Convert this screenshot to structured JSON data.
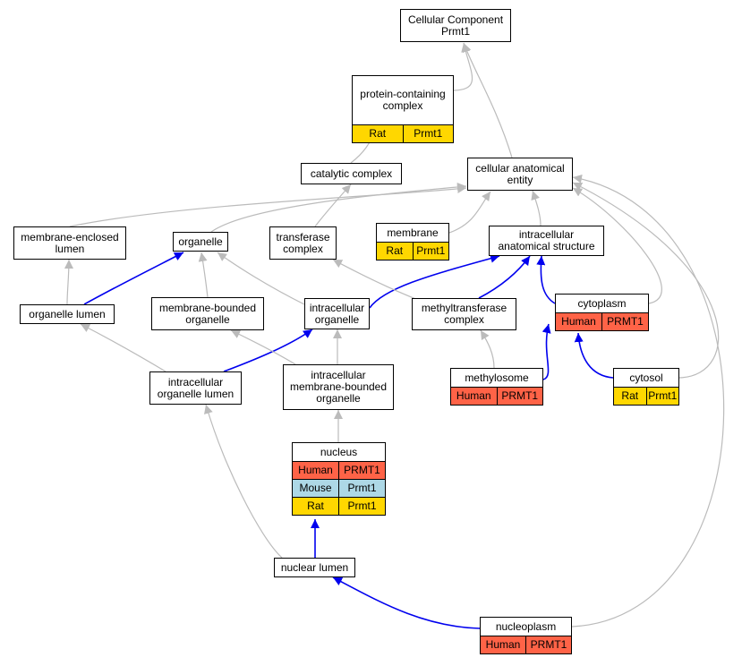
{
  "nodes": {
    "root": {
      "label": "Cellular Component\nPrmt1",
      "annotations": []
    },
    "protein_containing_complex": {
      "label": "protein-containing\ncomplex",
      "annotations": [
        {
          "species": "Rat",
          "gene": "Prmt1"
        }
      ]
    },
    "catalytic_complex": {
      "label": "catalytic complex",
      "annotations": []
    },
    "cellular_anatomical_entity": {
      "label": "cellular anatomical\nentity",
      "annotations": []
    },
    "membrane_enclosed_lumen": {
      "label": "membrane-enclosed\nlumen",
      "annotations": []
    },
    "organelle": {
      "label": "organelle",
      "annotations": []
    },
    "transferase_complex": {
      "label": "transferase\ncomplex",
      "annotations": []
    },
    "membrane": {
      "label": "membrane",
      "annotations": [
        {
          "species": "Rat",
          "gene": "Prmt1"
        }
      ]
    },
    "intracellular_anatomical_structure": {
      "label": "intracellular\nanatomical structure",
      "annotations": []
    },
    "organelle_lumen": {
      "label": "organelle lumen",
      "annotations": []
    },
    "membrane_bounded_organelle": {
      "label": "membrane-bounded\norganelle",
      "annotations": []
    },
    "intracellular_organelle": {
      "label": "intracellular\norganelle",
      "annotations": []
    },
    "methyltransferase_complex": {
      "label": "methyltransferase\ncomplex",
      "annotations": []
    },
    "cytoplasm": {
      "label": "cytoplasm",
      "annotations": [
        {
          "species": "Human",
          "gene": "PRMT1"
        }
      ]
    },
    "intracellular_organelle_lumen": {
      "label": "intracellular\norganelle lumen",
      "annotations": []
    },
    "intracellular_membrane_bounded_organelle": {
      "label": "intracellular\nmembrane-bounded\norganelle",
      "annotations": []
    },
    "methylosome": {
      "label": "methylosome",
      "annotations": [
        {
          "species": "Human",
          "gene": "PRMT1"
        }
      ]
    },
    "cytosol": {
      "label": "cytosol",
      "annotations": [
        {
          "species": "Rat",
          "gene": "Prmt1"
        }
      ]
    },
    "nucleus": {
      "label": "nucleus",
      "annotations": [
        {
          "species": "Human",
          "gene": "PRMT1"
        },
        {
          "species": "Mouse",
          "gene": "Prmt1"
        },
        {
          "species": "Rat",
          "gene": "Prmt1"
        }
      ]
    },
    "nuclear_lumen": {
      "label": "nuclear lumen",
      "annotations": []
    },
    "nucleoplasm": {
      "label": "nucleoplasm",
      "annotations": [
        {
          "species": "Human",
          "gene": "PRMT1"
        }
      ]
    }
  },
  "edges": [
    {
      "from": "protein_containing_complex",
      "to": "root",
      "type": "is_a"
    },
    {
      "from": "cellular_anatomical_entity",
      "to": "root",
      "type": "is_a"
    },
    {
      "from": "catalytic_complex",
      "to": "protein_containing_complex",
      "type": "is_a"
    },
    {
      "from": "membrane_enclosed_lumen",
      "to": "cellular_anatomical_entity",
      "type": "is_a"
    },
    {
      "from": "organelle",
      "to": "cellular_anatomical_entity",
      "type": "is_a"
    },
    {
      "from": "membrane",
      "to": "cellular_anatomical_entity",
      "type": "is_a"
    },
    {
      "from": "intracellular_anatomical_structure",
      "to": "cellular_anatomical_entity",
      "type": "is_a"
    },
    {
      "from": "cytoplasm",
      "to": "cellular_anatomical_entity",
      "type": "is_a"
    },
    {
      "from": "cytosol",
      "to": "cellular_anatomical_entity",
      "type": "is_a"
    },
    {
      "from": "nucleoplasm",
      "to": "cellular_anatomical_entity",
      "type": "is_a"
    },
    {
      "from": "transferase_complex",
      "to": "catalytic_complex",
      "type": "is_a"
    },
    {
      "from": "organelle_lumen",
      "to": "membrane_enclosed_lumen",
      "type": "is_a"
    },
    {
      "from": "organelle_lumen",
      "to": "organelle",
      "type": "part_of"
    },
    {
      "from": "membrane_bounded_organelle",
      "to": "organelle",
      "type": "is_a"
    },
    {
      "from": "intracellular_organelle",
      "to": "organelle",
      "type": "is_a"
    },
    {
      "from": "intracellular_organelle",
      "to": "intracellular_anatomical_structure",
      "type": "part_of"
    },
    {
      "from": "methyltransferase_complex",
      "to": "transferase_complex",
      "type": "is_a"
    },
    {
      "from": "methyltransferase_complex",
      "to": "intracellular_anatomical_structure",
      "type": "part_of"
    },
    {
      "from": "cytoplasm",
      "to": "intracellular_anatomical_structure",
      "type": "part_of"
    },
    {
      "from": "intracellular_organelle_lumen",
      "to": "organelle_lumen",
      "type": "is_a"
    },
    {
      "from": "intracellular_organelle_lumen",
      "to": "intracellular_organelle",
      "type": "part_of"
    },
    {
      "from": "intracellular_membrane_bounded_organelle",
      "to": "membrane_bounded_organelle",
      "type": "is_a"
    },
    {
      "from": "intracellular_membrane_bounded_organelle",
      "to": "intracellular_organelle",
      "type": "is_a"
    },
    {
      "from": "methylosome",
      "to": "methyltransferase_complex",
      "type": "is_a"
    },
    {
      "from": "methylosome",
      "to": "cytoplasm",
      "type": "part_of"
    },
    {
      "from": "cytosol",
      "to": "cytoplasm",
      "type": "part_of"
    },
    {
      "from": "nucleus",
      "to": "intracellular_membrane_bounded_organelle",
      "type": "is_a"
    },
    {
      "from": "nuclear_lumen",
      "to": "intracellular_organelle_lumen",
      "type": "is_a"
    },
    {
      "from": "nuclear_lumen",
      "to": "nucleus",
      "type": "part_of"
    },
    {
      "from": "nucleoplasm",
      "to": "nuclear_lumen",
      "type": "part_of"
    }
  ],
  "edge_colors": {
    "is_a": "#bbbbbb",
    "part_of": "#0000ee"
  },
  "species_colors": {
    "Human": "#ff6347",
    "Mouse": "#add8e6",
    "Rat": "#ffd700"
  }
}
